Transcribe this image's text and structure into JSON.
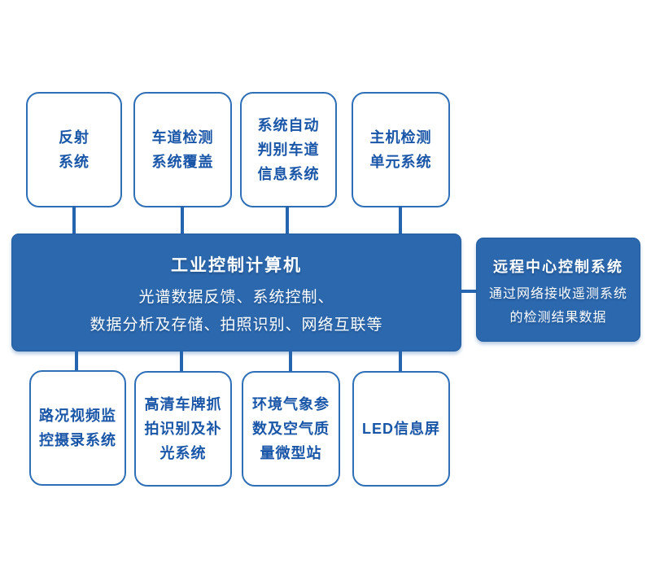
{
  "diagram": {
    "top_row": [
      {
        "label": [
          "反射",
          "系统"
        ]
      },
      {
        "label": [
          "车道检测",
          "系统覆盖"
        ]
      },
      {
        "label": [
          "系统自动",
          "判别车道",
          "信息系统"
        ]
      },
      {
        "label": [
          "主机检测",
          "单元系统"
        ]
      }
    ],
    "center": {
      "title": "工业控制计算机",
      "description": [
        "光谱数据反馈、系统控制、",
        "数据分析及存储、拍照识别、网络互联等"
      ]
    },
    "remote": {
      "title": "远程中心控制系统",
      "description": [
        "通过网络接收遥测系统",
        "的检测结果数据"
      ]
    },
    "bottom_row": [
      {
        "label": [
          "路况视频监",
          "控摄录系统"
        ]
      },
      {
        "label": [
          "高清车牌抓",
          "拍识别及补",
          "光系统"
        ]
      },
      {
        "label": [
          "环境气象参",
          "数及空气质",
          "量微型站"
        ]
      },
      {
        "label": [
          "LED信息屏"
        ]
      }
    ],
    "colors": {
      "primary_fill": "#2c68ae",
      "outline_border": "#2e6fb8",
      "label_text": "#1a56a8",
      "connector": "#2565b0",
      "background": "#ffffff"
    }
  }
}
